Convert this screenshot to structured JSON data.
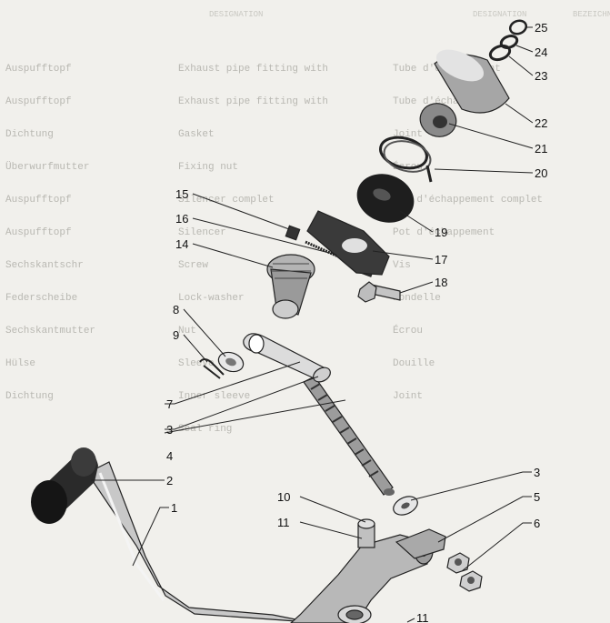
{
  "callouts": {
    "c1": "1",
    "c2": "2",
    "c3a": "3",
    "c3b": "3",
    "c4": "4",
    "c5": "5",
    "c6": "6",
    "c7": "7",
    "c8": "8",
    "c9": "9",
    "c10": "10",
    "c11a": "11",
    "c11b": "11",
    "c14": "14",
    "c15": "15",
    "c16": "16",
    "c17": "17",
    "c18": "18",
    "c19": "19",
    "c20": "20",
    "c21": "21",
    "c22": "22",
    "c23": "23",
    "c24": "24",
    "c25": "25"
  },
  "background_table": {
    "headers": [
      "DESIGNATION",
      "DESIGNATION",
      "BEZEICHNUNG"
    ],
    "col_right": [
      "Auspufftopf",
      "Auspufftopf",
      "Dichtung",
      "Überwurfmutter",
      "Auspufftopf",
      "Auspufftopf",
      "Sechskantschr",
      "Federscheibe",
      "Sechskantmutter",
      "Hülse",
      "Dichtung"
    ],
    "col_mid": [
      "Exhaust pipe fitting with",
      "Exhaust pipe fitting with",
      "Gasket",
      "Fixing nut",
      "Silencer complet",
      "Silencer",
      "Screw",
      "Lock-washer",
      "Nut",
      "Sleeve",
      "Inner sleeve",
      "Seal ring"
    ],
    "col_left": [
      "Tube d'échappement",
      "Tube d'échappement",
      "Joint",
      "Écrou",
      "Pot d'échappement complet",
      "Pot d'échappement",
      "Vis",
      "Rondelle",
      "Écrou",
      "Douille",
      "Joint"
    ]
  }
}
